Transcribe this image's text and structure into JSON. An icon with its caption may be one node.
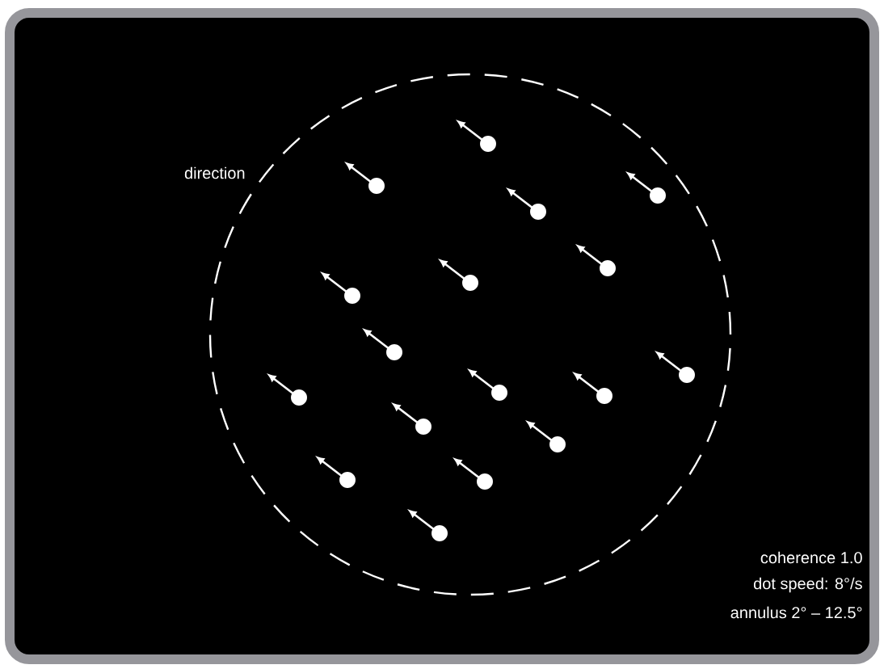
{
  "diagram": {
    "labels": [
      "direction",
      "coherence 1.0",
      "dot speed: 8°/s",
      "annulus 2° – 12.5°"
    ]
  }
}
